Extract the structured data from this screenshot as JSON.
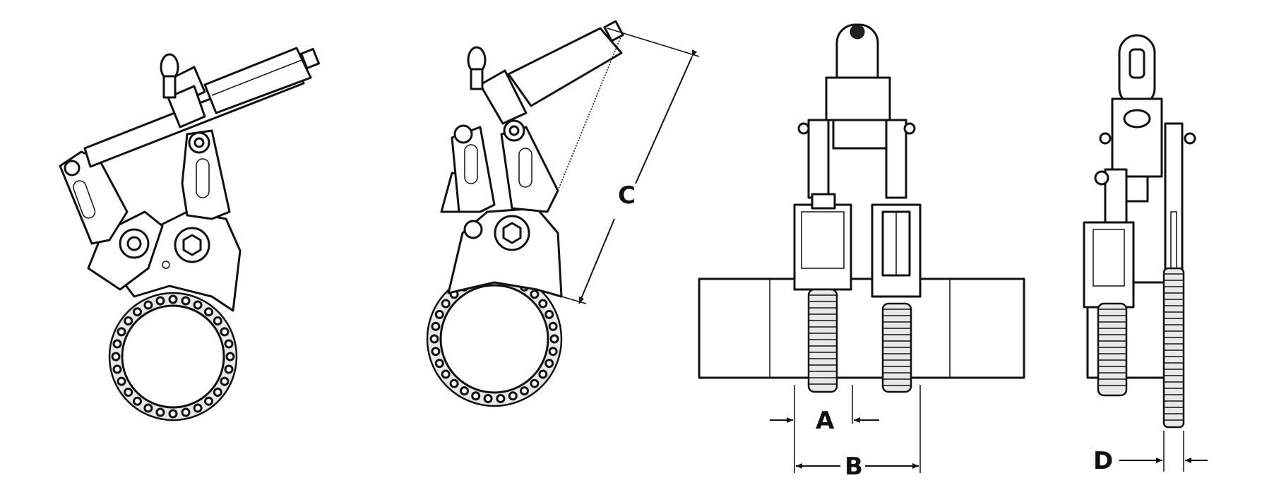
{
  "dimension_labels": {
    "a": "A",
    "b": "B",
    "c": "C",
    "d": "D"
  },
  "colors": {
    "line": "#111111",
    "background": "#ffffff"
  }
}
